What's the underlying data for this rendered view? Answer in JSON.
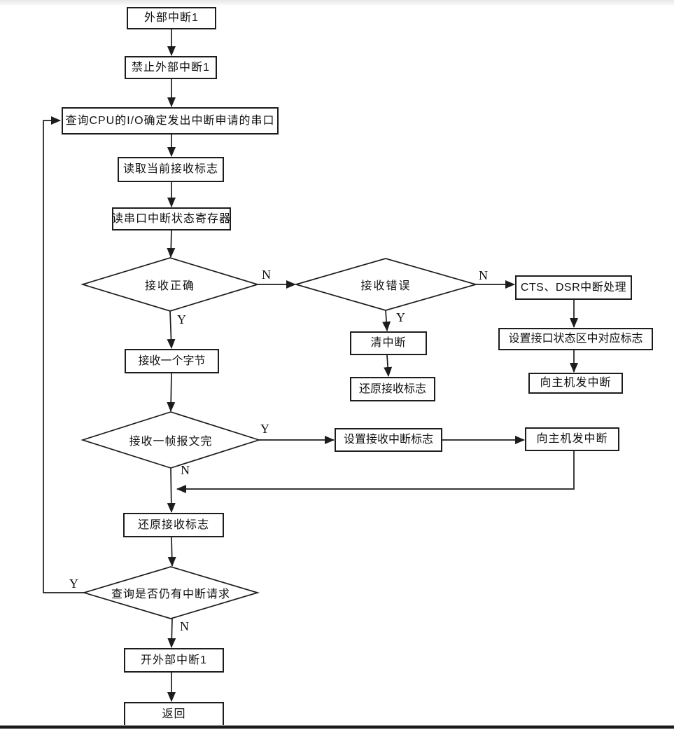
{
  "page": {
    "type": "flowchart",
    "language": "zh",
    "colors": {
      "background": "#ffffff",
      "line": "#1d1d1d",
      "text": "#111111",
      "top_fade": "#e7e7e7",
      "bottom_rule": "#1b1b1b"
    }
  },
  "flowchart": {
    "nodes": {
      "ext_int": {
        "type": "process",
        "label": "外部中断1"
      },
      "disable_ext_int": {
        "type": "process",
        "label": "禁止外部中断1"
      },
      "query_io": {
        "type": "process",
        "label": "查询CPU的I/O确定发出中断申请的串口"
      },
      "read_cur_flag": {
        "type": "process",
        "label": "读取当前接收标志"
      },
      "read_status_reg": {
        "type": "process",
        "label": "读串口中断状态寄存器"
      },
      "recv_ok": {
        "type": "decision",
        "label": "接收正确"
      },
      "recv_err": {
        "type": "decision",
        "label": "接收错误"
      },
      "cts_dsr": {
        "type": "process",
        "label": "CTS、DSR中断处理"
      },
      "clear_int": {
        "type": "process",
        "label": "清中断"
      },
      "restore_flag_mid": {
        "type": "process",
        "label": "还原接收标志"
      },
      "set_iface_flag": {
        "type": "process",
        "label": "设置接口状态区中对应标志"
      },
      "send_host_int_right": {
        "type": "process",
        "label": "向主机发中断"
      },
      "recv_byte": {
        "type": "process",
        "label": "接收一个字节"
      },
      "frame_done": {
        "type": "decision",
        "label": "接收一帧报文完"
      },
      "set_recv_int_flag": {
        "type": "process",
        "label": "设置接收中断标志"
      },
      "send_host_int_row": {
        "type": "process",
        "label": "向主机发中断"
      },
      "restore_flag_main": {
        "type": "process",
        "label": "还原接收标志"
      },
      "more_int": {
        "type": "decision",
        "label": "查询是否仍有中断请求"
      },
      "enable_ext_int": {
        "type": "process",
        "label": "开外部中断1"
      },
      "return": {
        "type": "process",
        "label": "返回"
      }
    },
    "branch_labels": {
      "yes": "Y",
      "no": "N"
    },
    "edges": [
      "ext_int -> disable_ext_int",
      "disable_ext_int -> query_io",
      "query_io -> read_cur_flag",
      "read_cur_flag -> read_status_reg",
      "read_status_reg -> recv_ok",
      "recv_ok -Y-> recv_byte",
      "recv_ok -N-> recv_err",
      "recv_err -Y-> clear_int",
      "recv_err -N-> cts_dsr",
      "clear_int -> restore_flag_mid",
      "cts_dsr -> set_iface_flag",
      "set_iface_flag -> send_host_int_right",
      "recv_byte -> frame_done",
      "frame_done -Y-> set_recv_int_flag",
      "set_recv_int_flag -> send_host_int_row",
      "send_host_int_row -> merge_before_restore",
      "frame_done -N-> restore_flag_main",
      "restore_flag_main -> more_int",
      "more_int -Y-> query_io",
      "more_int -N-> enable_ext_int",
      "enable_ext_int -> return"
    ]
  }
}
